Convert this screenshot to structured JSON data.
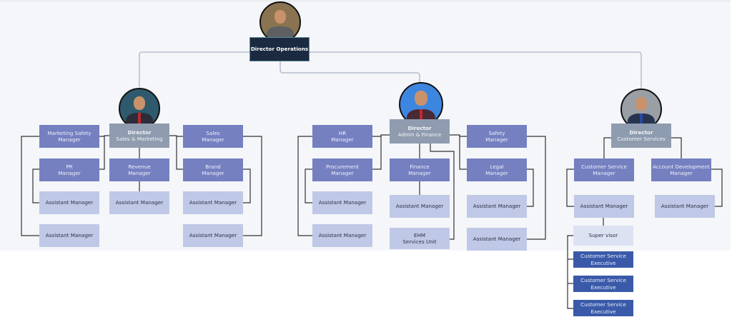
{
  "top": {
    "title": "Director Operations"
  },
  "sales": {
    "director": {
      "title": "Director",
      "dept": "Sales & Marketing"
    },
    "marketing_safety": [
      "Marketing Safety",
      "Manager"
    ],
    "sales_mgr": [
      "Sales",
      "Manager"
    ],
    "pr": [
      "PR",
      "Manager"
    ],
    "revenue": [
      "Revenue",
      "Manager"
    ],
    "brand": [
      "Brand",
      "Manager"
    ],
    "am1": "Assistant Manager",
    "am2": "Assistant Manager",
    "am3": "Assistant Manager",
    "am4": "Assistant Manager",
    "am5": "Assistant Manager"
  },
  "admin": {
    "director": {
      "title": "Director",
      "dept": "Admin & Finance"
    },
    "hr": [
      "HR",
      "Manager"
    ],
    "safety": [
      "Safety",
      "Manager"
    ],
    "procurement": [
      "Procurement",
      "Manager"
    ],
    "finance": [
      "Finance",
      "Manager"
    ],
    "legal": [
      "Legal",
      "Manager"
    ],
    "am1": "Assistant Manager",
    "am2": "Assistant Manager",
    "am3": "Assistant Manager",
    "am4": "Assistant Manager",
    "am5": "Assistant Manager",
    "ehm": [
      "EHM",
      "Services Unit"
    ]
  },
  "cs": {
    "director": {
      "title": "Director",
      "dept": "Customer Services"
    },
    "csm": [
      "Customer Service",
      "Manager"
    ],
    "adm": [
      "Account Development",
      "Manager"
    ],
    "am1": "Assistant Manager",
    "am2": "Assistant Manager",
    "supervisor": "Super visor",
    "exec": [
      [
        "Customer Service",
        "Executive"
      ],
      [
        "Customer Service",
        "Executive"
      ],
      [
        "Customer Service",
        "Executive"
      ]
    ]
  },
  "colors": {
    "manager": "#7580c1",
    "director": "#8f9caf",
    "assistant": "#c0c8e7",
    "executive": "#3a5aa9",
    "top": "#1b2a40"
  }
}
